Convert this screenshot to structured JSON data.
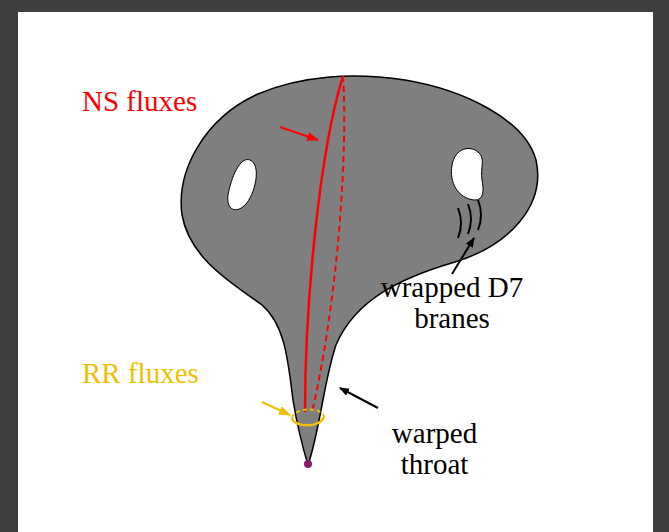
{
  "diagram": {
    "labels": [
      "NS fluxes",
      "wrapped D7 branes",
      "RR fluxes",
      "warped throat"
    ]
  }
}
